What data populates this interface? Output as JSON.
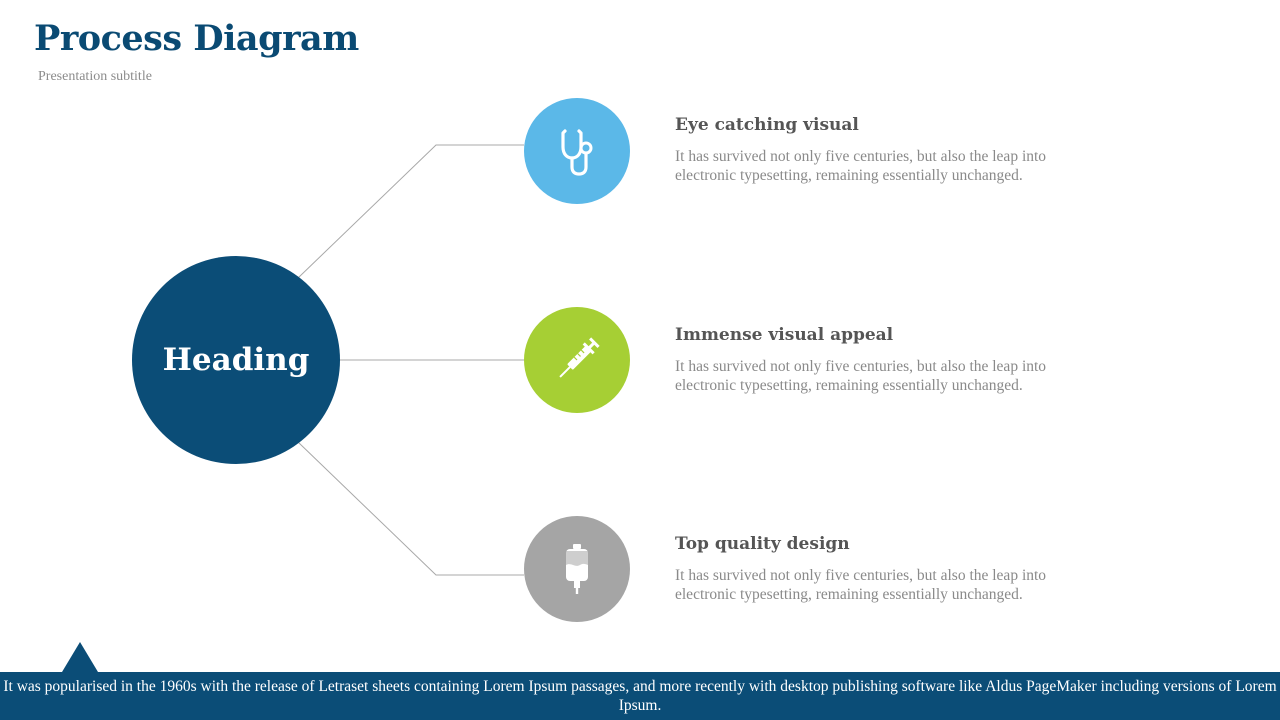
{
  "header": {
    "title": "Process Diagram",
    "subtitle": "Presentation subtitle"
  },
  "hub": {
    "label": "Heading",
    "color": "#0b4d77"
  },
  "items": [
    {
      "icon": "stethoscope-icon",
      "color": "#5bb8e8",
      "title": "Eye catching visual",
      "text": "It has survived not only five centuries, but also the leap into electronic typesetting, remaining essentially unchanged."
    },
    {
      "icon": "syringe-icon",
      "color": "#a6cf34",
      "title": "Immense visual appeal",
      "text": "It has survived not only five centuries, but also the leap into electronic typesetting, remaining essentially unchanged."
    },
    {
      "icon": "iv-bag-icon",
      "color": "#a5a5a5",
      "title": "Top quality design",
      "text": "It has survived not only five centuries, but also the leap into electronic typesetting, remaining essentially unchanged."
    }
  ],
  "footer": {
    "text": "It was popularised in the 1960s with the release of Letraset sheets containing Lorem Ipsum passages, and more recently with desktop publishing software like Aldus PageMaker including versions of Lorem Ipsum."
  }
}
